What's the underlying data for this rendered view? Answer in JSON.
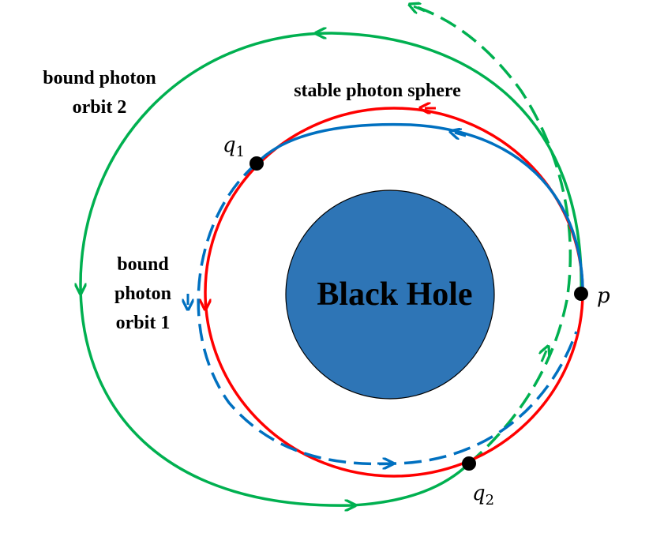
{
  "labels": {
    "black_hole": "Black Hole",
    "stable_sphere": "stable photon sphere",
    "orbit2_line1": "bound photon",
    "orbit2_line2": "orbit 2",
    "orbit1_line1": "bound",
    "orbit1_line2": "photon",
    "orbit1_line3": "orbit 1",
    "point_p": "p",
    "point_q1": "q",
    "point_q1_sub": "1",
    "point_q2": "q",
    "point_q2_sub": "2"
  },
  "colors": {
    "black_hole_fill": "#2E75B6",
    "stable_sphere": "#FF0000",
    "orbit1": "#0070C0",
    "orbit2": "#00B050",
    "points": "#000000"
  }
}
